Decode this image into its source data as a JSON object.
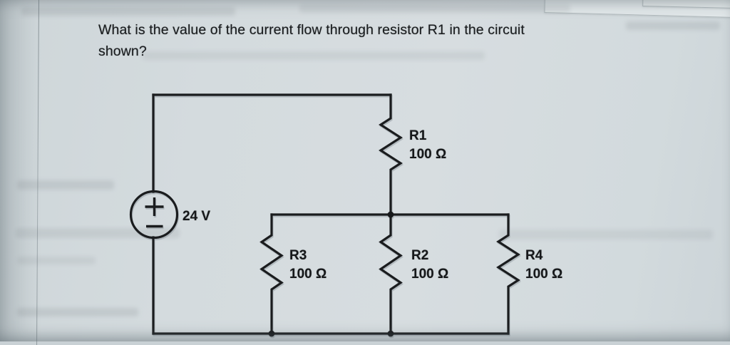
{
  "question": {
    "line1": "What is the value of the current flow through resistor R1 in the circuit",
    "line2": "shown?"
  },
  "circuit": {
    "voltage_source": {
      "label": "24 V",
      "type": "dc-voltage-source",
      "polarity_top": "+",
      "polarity_bottom": "−"
    },
    "resistors": [
      {
        "name": "R1",
        "value": "100 Ω"
      },
      {
        "name": "R3",
        "value": "100 Ω"
      },
      {
        "name": "R2",
        "value": "100 Ω"
      },
      {
        "name": "R4",
        "value": "100 Ω"
      }
    ]
  },
  "colors": {
    "paper": "#d4dbde",
    "ink": "#1a1c1e",
    "shadow": "#9aa3a8"
  }
}
